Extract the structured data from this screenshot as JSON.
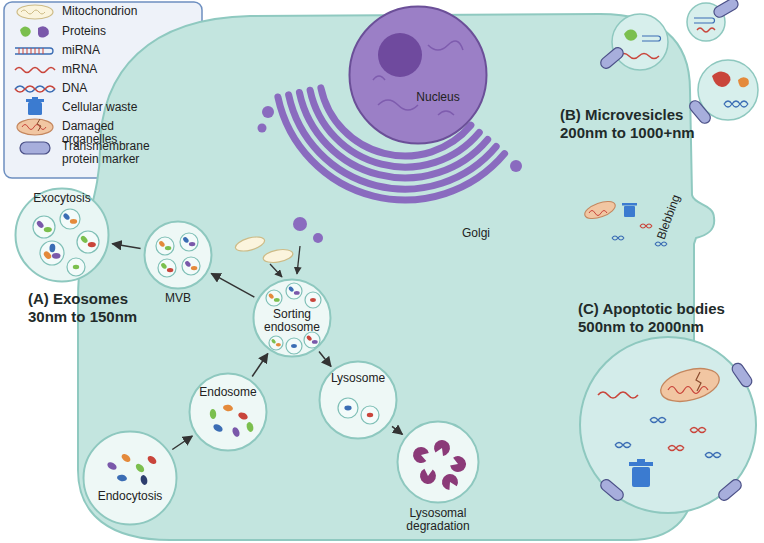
{
  "diagram": {
    "nodes": [
      {
        "text": [
          "Nucleus"
        ]
      },
      {
        "text": [
          "Exocytosis"
        ]
      },
      {
        "text": [
          "MVB"
        ]
      },
      {
        "text": [
          "Sorting endosome"
        ]
      },
      {
        "text": [
          "Endosome"
        ]
      },
      {
        "text": [
          "Endocytosis"
        ]
      },
      {
        "text": [
          "Lysosome"
        ]
      },
      {
        "text": [
          "Lysosomal degradation"
        ]
      }
    ],
    "edges": [
      {
        "from": 5,
        "to": 4,
        "arrow": "to"
      },
      {
        "from": 4,
        "to": 3,
        "arrow": "to"
      },
      {
        "from": 3,
        "to": 2,
        "arrow": "to"
      },
      {
        "from": 2,
        "to": 1,
        "arrow": "to"
      },
      {
        "from": 3,
        "to": 6,
        "arrow": "to"
      },
      {
        "from": 6,
        "to": 7,
        "arrow": "to"
      }
    ],
    "labels": [
      "Golgi",
      "(A) Exosomes",
      "30nm to 150nm",
      "(B) Microvesicles",
      "200nm to 1000+nm",
      "Blebbing",
      "(C) Apoptotic bodies",
      "500nm to 2000nm"
    ],
    "legend": [
      {
        "text": "Mitochondrion"
      },
      {
        "text": "Proteins"
      },
      {
        "text": "miRNA"
      },
      {
        "text": "mRNA"
      },
      {
        "text": "DNA"
      },
      {
        "text": "Cellular waste"
      },
      {
        "text": "Damaged organelles"
      },
      {
        "text": "Transmembrane protein marker"
      }
    ]
  }
}
